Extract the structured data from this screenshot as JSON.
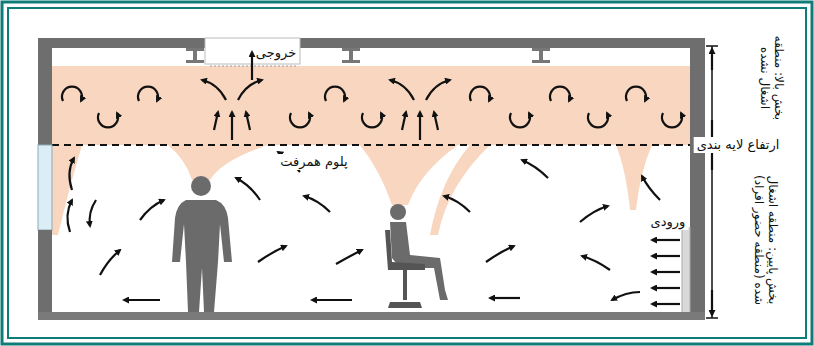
{
  "diagram": {
    "labels": [
      "خروجی",
      "پلوم همرفت",
      "ورودی",
      "ارتفاع لایه بندی",
      "بخش بالا: منطقه اشغال نشده",
      "بخش پایین: منطقه اشغال شده (منطقه حضور افراد)"
    ]
  }
}
